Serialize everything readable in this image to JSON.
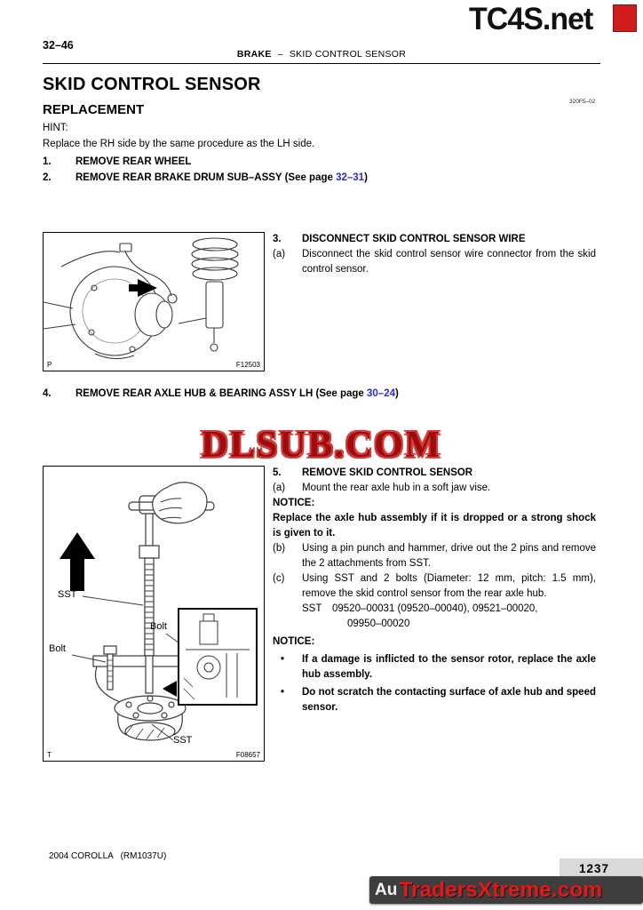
{
  "colors": {
    "link_blue": "#2b2bcc",
    "watermark_red": "#cf1d1d",
    "notice_black": "#000000"
  },
  "watermark_top": {
    "text": "TC4S.net"
  },
  "watermark_mid": {
    "text": "DLSUB.COM"
  },
  "header": {
    "page_ref": "32–46",
    "section": "BRAKE",
    "separator": "–",
    "subsection": "SKID CONTROL SENSOR"
  },
  "title": {
    "main": "SKID CONTROL SENSOR",
    "sub": "REPLACEMENT",
    "doc_code": "320F5–02"
  },
  "hint": {
    "label": "HINT:",
    "text": "Replace the RH side by the same procedure as the LH side."
  },
  "step1": {
    "num": "1.",
    "text": "REMOVE REAR WHEEL"
  },
  "step2": {
    "num": "2.",
    "before": "REMOVE REAR BRAKE DRUM SUB–ASSY (See page ",
    "link": "32–31",
    "after": ")"
  },
  "step3": {
    "num": "3.",
    "title": "DISCONNECT SKID CONTROL SENSOR WIRE",
    "a_label": "(a)",
    "a_text": "Disconnect the skid control sensor wire connector from the skid control sensor."
  },
  "step4": {
    "num": "4.",
    "before": "REMOVE REAR AXLE HUB & BEARING ASSY LH (See page ",
    "link": "30–24",
    "after": ")"
  },
  "step5": {
    "num": "5.",
    "title": "REMOVE SKID CONTROL SENSOR",
    "a_label": "(a)",
    "a_text": "Mount the rear axle hub in a soft jaw vise.",
    "notice1_label": "NOTICE:",
    "notice1_text": "Replace the axle hub assembly if it is dropped or a strong shock is given to it.",
    "b_label": "(b)",
    "b_text": "Using a pin punch and hammer, drive out the 2 pins and remove the 2 attachments from SST.",
    "c_label": "(c)",
    "c_text": "Using SST and 2 bolts (Diameter: 12 mm, pitch: 1.5 mm), remove the skid control sensor from the rear axle hub.",
    "sst_label": "SST",
    "sst_line1": "09520–00031 (09520–00040), 09521–00020,",
    "sst_line2": "09950–00020",
    "notice2_label": "NOTICE:",
    "bullet_char": "•",
    "bullet1": "If a damage is inflicted to the sensor rotor, replace the axle hub assembly.",
    "bullet2": "Do not scratch the contacting surface of axle hub and speed sensor."
  },
  "figure1": {
    "corner": "P",
    "code": "F12503"
  },
  "figure2": {
    "corner": "T",
    "code": "F08657",
    "label_sst_top": "SST",
    "label_bolt_right": "Bolt",
    "label_bolt_left": "Bolt",
    "label_sst_bottom": "SST"
  },
  "footer": {
    "model_line": "2004 COROLLA   (RM1037U)",
    "page_number": "1237",
    "watermark_prefix": "Au",
    "watermark": "TradersXtreme.com"
  }
}
